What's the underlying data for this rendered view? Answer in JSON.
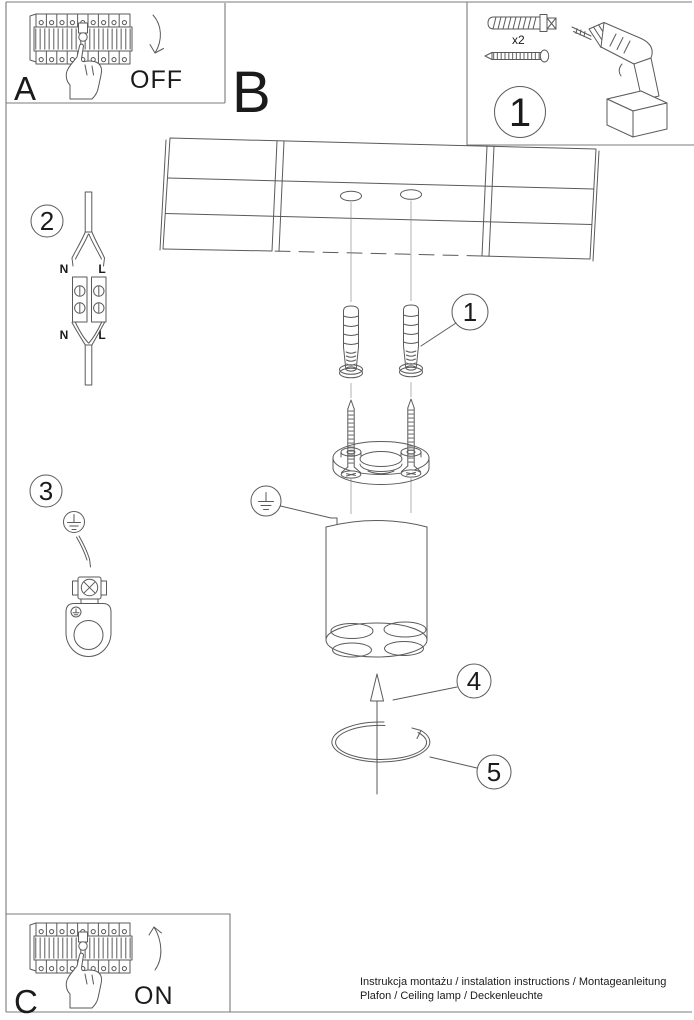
{
  "colors": {
    "background": "#ffffff",
    "line_art": "#5a5a5a",
    "text": "#1b1b1b"
  },
  "labels": {
    "step_a": "A",
    "step_a_state": "OFF",
    "step_b": "B",
    "step_c": "C",
    "step_c_state": "ON",
    "parts_box_number": "1",
    "parts_quantity": "x2"
  },
  "callouts": {
    "plug": "1",
    "wiring": "2",
    "ground": "3",
    "mount": "4",
    "twist": "5"
  },
  "wire_labels": {
    "neutral_top": "N",
    "live_top": "L",
    "neutral_bottom": "N",
    "live_bottom": "L"
  },
  "footer": {
    "line1": "Instrukcja montażu / instalation instructions / Montageanleitung",
    "line2": "Plafon / Ceiling lamp / Deckenleuchte"
  }
}
